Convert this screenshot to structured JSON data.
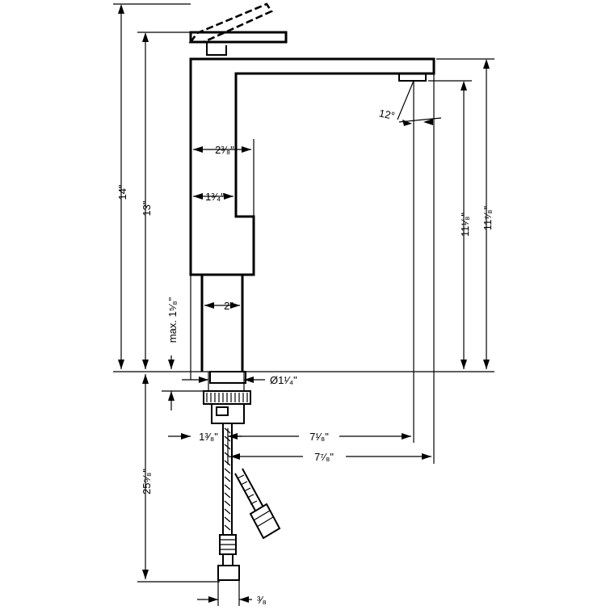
{
  "labels": {
    "height_total": "14\"",
    "height_to_lever": "13\"",
    "width_top": "2³⁄₈\"",
    "width_mid": "1³⁄₄\"",
    "width_base": "2\"",
    "angle": "12°",
    "spout_height": "11¹⁄₈\"",
    "spout_height_outer": "11⁷⁄₈\"",
    "max_thickness": "max. 1⁵⁄₈\"",
    "hole_diameter": "Ø1¹⁄₄\"",
    "offset": "1³⁄₈\"",
    "reach_inner": "7¹⁄₈\"",
    "reach_outer": "7⁷⁄₈\"",
    "hose_length": "25⁵⁄₈\"",
    "connection": "³⁄₈"
  }
}
